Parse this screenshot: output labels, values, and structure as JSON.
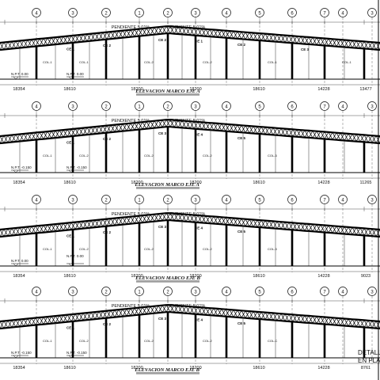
{
  "gridlines": {
    "bubbles": [
      "4",
      "3",
      "2",
      "1",
      "2",
      "3",
      "4",
      "5",
      "6",
      "7"
    ]
  },
  "elevations": [
    {
      "title": "ELEVACION MARCO EJE A",
      "slope": [
        "PENDIENTE 5.01%",
        "PENDIENTE 5.01%"
      ],
      "level_mark": "N.P.T. 0.00",
      "member_tags": [
        "CE 1",
        "CE 2",
        "CE 2",
        "CE 1",
        "CE 2",
        "CE 3"
      ],
      "column_tags": [
        "COL-1",
        "COL-1",
        "COL-2",
        "COL-2",
        "COL-1",
        "COL-1"
      ],
      "spans": [
        "18354",
        "18610",
        "18200",
        "18200",
        "18610",
        "14228",
        "13477"
      ]
    },
    {
      "title": "ELEVACION MARCO EJE A'",
      "slope": [
        "PENDIENTE 5.01%",
        "PENDIENTE 5.01%"
      ],
      "level_mark": "N.P.T. -0.150",
      "member_tags": [
        "CE 1",
        "CE 2",
        "CE 3",
        "CE 4",
        "CE 5"
      ],
      "column_tags": [
        "COL-1",
        "COL-2",
        "COL-2",
        "COL-2",
        "COL-3"
      ],
      "spans": [
        "18354",
        "18610",
        "18200",
        "18200",
        "18610",
        "14228",
        "11265"
      ]
    },
    {
      "title": "ELEVACION MARCO EJE B",
      "slope": [
        "PENDIENTE 5.01%",
        "PENDIENTE 5.01%"
      ],
      "level_mark": "N.P.T. 0.00",
      "member_tags": [
        "CE 1",
        "CE 2",
        "CE 3",
        "CE 4",
        "CE 5"
      ],
      "column_tags": [
        "COL-1",
        "COL-2",
        "COL-2",
        "COL-2",
        "COL-3"
      ],
      "spans": [
        "18354",
        "18610",
        "18200",
        "18200",
        "18610",
        "14228",
        "9023"
      ]
    },
    {
      "title": "ELEVACION MARCO EJE B'",
      "slope": [
        "PENDIENTE 5.01%",
        "PENDIENTE 5.01%"
      ],
      "level_mark": "N.P.T. -0.150",
      "member_tags": [
        "CE 1",
        "CE 2",
        "CE 3",
        "CE 4",
        "CE 5"
      ],
      "column_tags": [
        "COL-1",
        "COL-2",
        "COL-2",
        "COL-2",
        "COL-C"
      ],
      "spans": [
        "18354",
        "18610",
        "18200",
        "18200",
        "18610",
        "14228",
        "8761"
      ]
    }
  ],
  "side_note": [
    "DETALLE",
    "EN PLAN"
  ]
}
